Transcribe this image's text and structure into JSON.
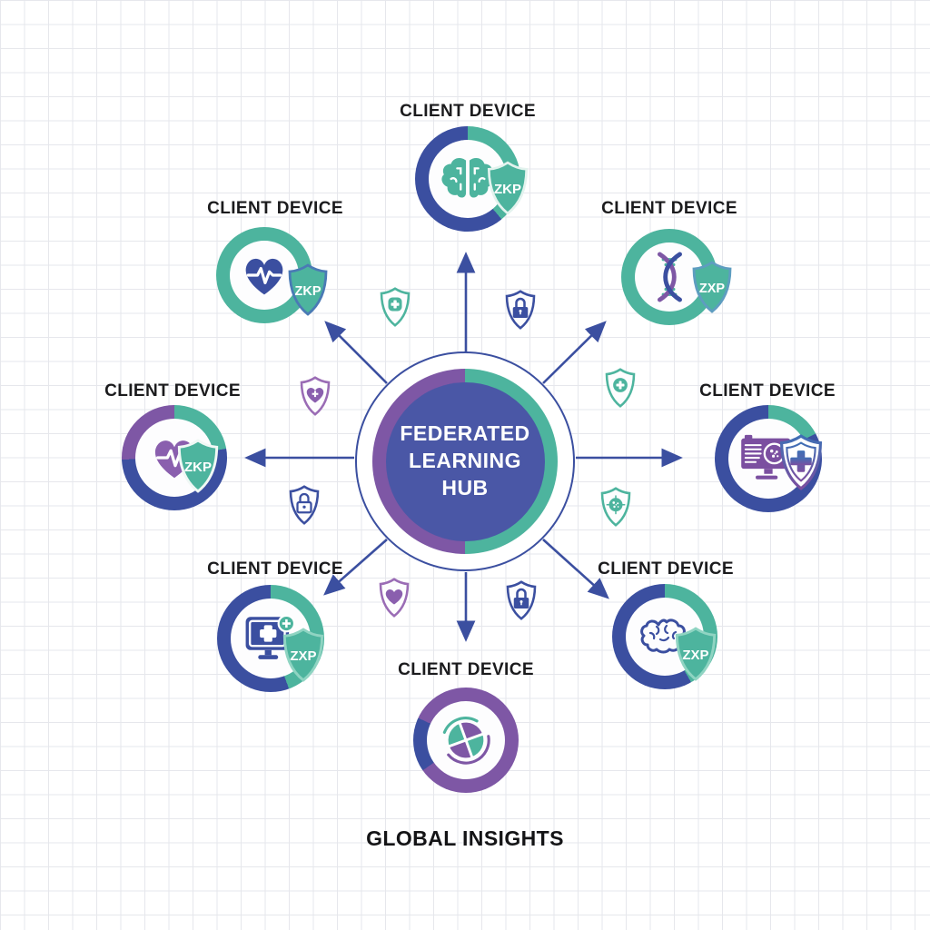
{
  "title": "Federated Learning Hub Diagram",
  "colors": {
    "teal": "#4db49e",
    "blue": "#3b4fa0",
    "purple": "#7e57a5",
    "hub_fill": "#4a57a6",
    "label_text": "#1b1b1d",
    "arrow": "#3b4fa0"
  },
  "hub": {
    "label": "FEDERATED LEARNING HUB"
  },
  "footer": {
    "label": "GLOBAL INSIGHTS"
  },
  "nodes": [
    {
      "position": "top",
      "label": "CLIENT DEVICE",
      "icon": "brain",
      "badge": "ZKP"
    },
    {
      "position": "top-left",
      "label": "CLIENT DEVICE",
      "icon": "heart-pulse",
      "badge": "ZKP"
    },
    {
      "position": "top-right",
      "label": "CLIENT DEVICE",
      "icon": "dna",
      "badge": "ZXP"
    },
    {
      "position": "left",
      "label": "CLIENT DEVICE",
      "icon": "heart-pulse",
      "badge": "ZKP"
    },
    {
      "position": "right",
      "label": "CLIENT DEVICE",
      "icon": "monitor-pathogen",
      "badge": null,
      "badge_icon": "medical-cross-shield"
    },
    {
      "position": "bottom-left",
      "label": "CLIENT DEVICE",
      "icon": "monitor-medical",
      "badge": "ZXP"
    },
    {
      "position": "bottom-right",
      "label": "CLIENT DEVICE",
      "icon": "brain-outline",
      "badge": "ZXP"
    },
    {
      "position": "bottom",
      "label": "CLIENT DEVICE",
      "icon": "pie-chart",
      "badge": null
    }
  ],
  "privacy_shields": [
    {
      "glyph": "medical-plus-square",
      "color": "teal"
    },
    {
      "glyph": "lock-solid",
      "color": "blue"
    },
    {
      "glyph": "heart-plus",
      "color": "purple"
    },
    {
      "glyph": "medical-plus-circle",
      "color": "teal"
    },
    {
      "glyph": "lock-outline",
      "color": "blue"
    },
    {
      "glyph": "pathogen",
      "color": "teal"
    },
    {
      "glyph": "heart-solid",
      "color": "purple"
    },
    {
      "glyph": "lock-solid",
      "color": "blue"
    }
  ]
}
